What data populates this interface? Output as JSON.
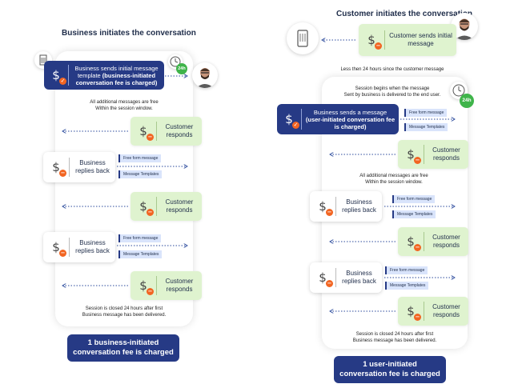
{
  "left": {
    "title": "Business initiates the conversation",
    "template_msg": {
      "pre": "Business sends initial message template ",
      "bold": "(business-initiated conversation fee is charged)"
    },
    "clock_badge": "24h",
    "free_note": [
      "All additional messages are free",
      "Within the session window."
    ],
    "customer_responds": "Customer responds",
    "business_replies": "Business replies back",
    "tag_free": "Free form message",
    "tag_template": "Message Templates",
    "closed_note": [
      "Session is closed 24 hours after first",
      "Business message has been delivered."
    ],
    "result": [
      "1 business-initiated",
      "conversation fee is charged"
    ]
  },
  "right": {
    "title": "Customer initiates the conversation",
    "customer_sends": "Customer sends initial message",
    "less_note": "Less then 24 hours since the customer message",
    "session_note": [
      "Session begins when the message",
      "Sent by business is delivered to the end user."
    ],
    "clock_badge": "24h",
    "business_msg": {
      "pre": "Business sends a message ",
      "bold": "(user-initiated conversation fee is charged)"
    },
    "customer_responds": "Customer responds",
    "free_note": [
      "All additional messages are free",
      "Within the session window."
    ],
    "business_replies": "Business replies back",
    "tag_free": "Free form message",
    "tag_template": "Message Templates",
    "closed_note": [
      "Session is closed 24 hours after first",
      "Business message has been delivered."
    ],
    "result": [
      "1 user-initiated",
      "conversation fee is charged"
    ]
  },
  "icons": {
    "dollar": "dollar-icon",
    "minus_badge": "minus-badge-icon",
    "check_badge": "check-badge-icon",
    "clock": "clock-icon",
    "phone": "phone-icon",
    "building": "building-icon",
    "avatar": "avatar"
  },
  "colors": {
    "navy": "#263a85",
    "green_box": "#dff3cf",
    "badge_orange": "#f26522",
    "badge_green": "#3fb44a",
    "tag": "#d9e4fb"
  }
}
